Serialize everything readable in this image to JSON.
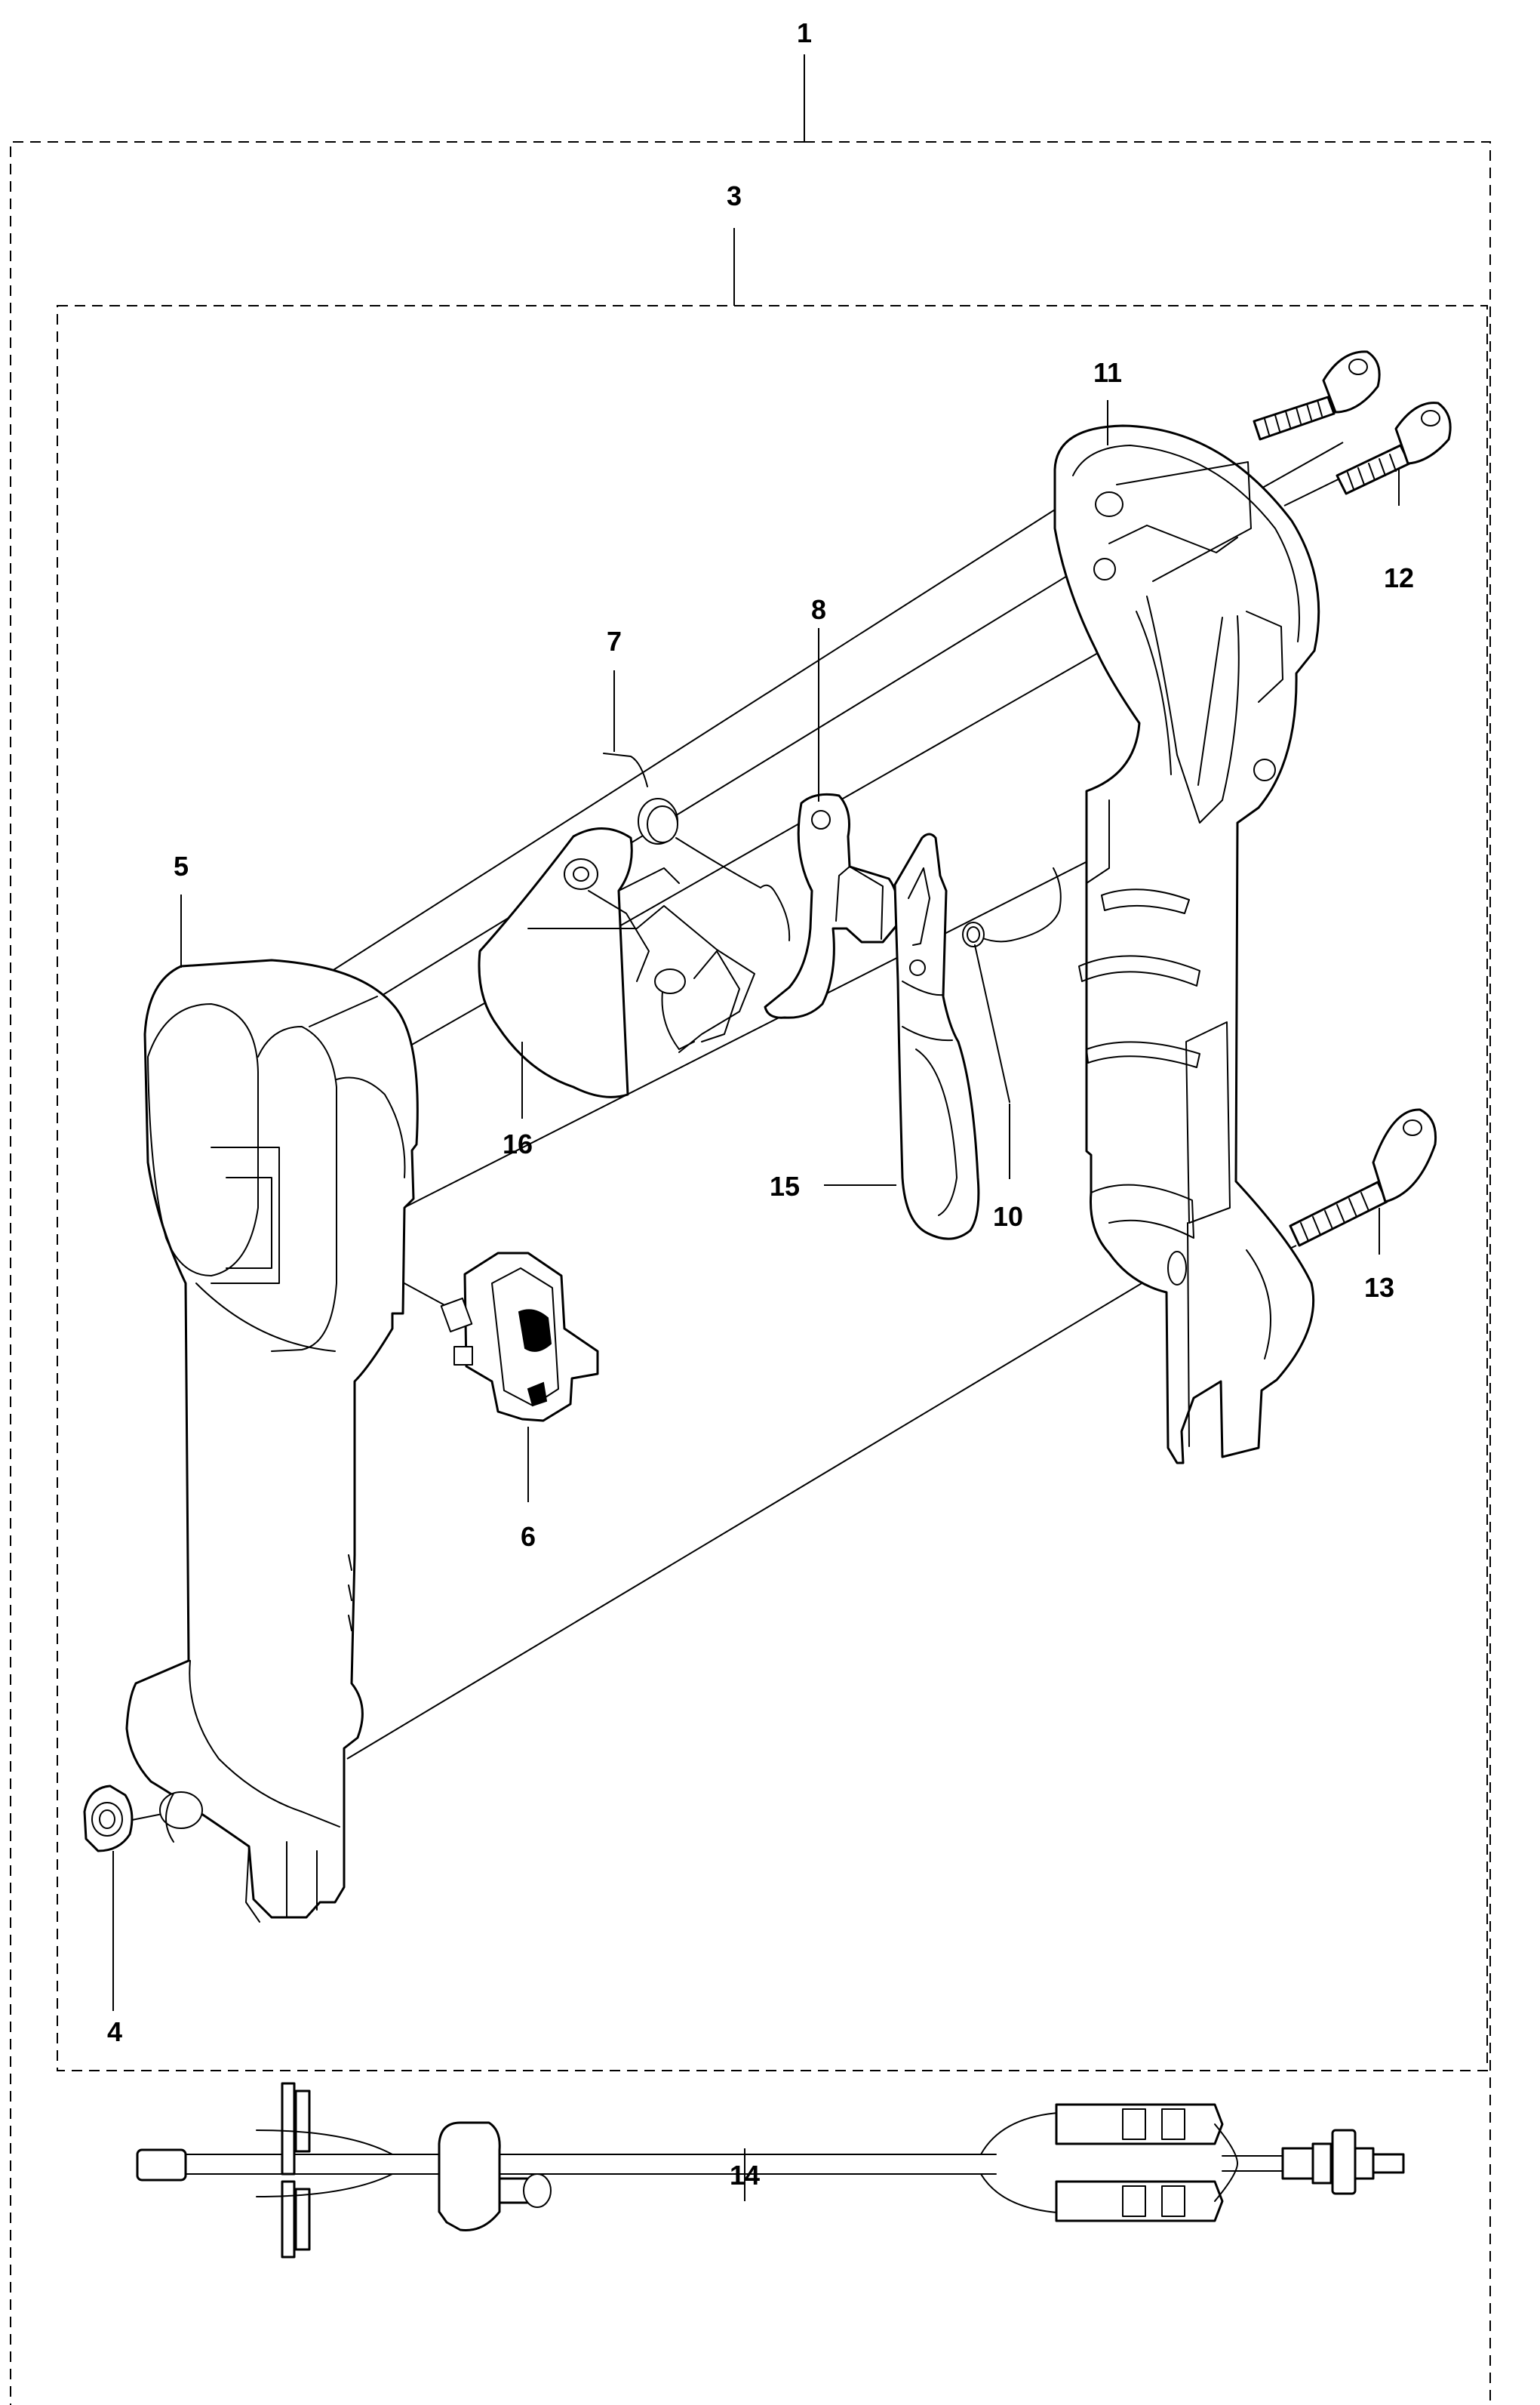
{
  "callouts": {
    "c1": "1",
    "c3": "3",
    "c4": "4",
    "c5": "5",
    "c6": "6",
    "c7": "7",
    "c8": "8",
    "c10": "10",
    "c11": "11",
    "c12": "12",
    "c13": "13",
    "c14": "14",
    "c15": "15",
    "c16": "16"
  }
}
